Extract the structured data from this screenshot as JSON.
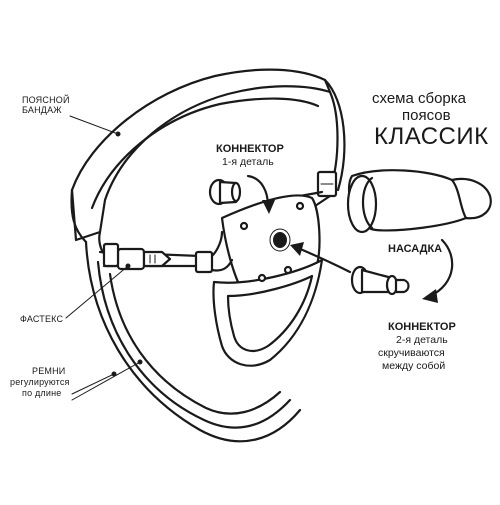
{
  "title": {
    "line1": "схема сборка",
    "line2": "поясов",
    "line3": "КЛАССИК"
  },
  "labels": {
    "belt": [
      "ПОЯСНОЙ",
      "БАНДАЖ"
    ],
    "fastex": "ФАСТЕКС",
    "straps": [
      "РЕМНИ",
      "регулируются",
      "по длине"
    ],
    "connector1": [
      "КОННЕКТОР",
      "1-я деталь"
    ],
    "attachment": "НАСАДКА",
    "connector2": [
      "КОННЕКТОР",
      "2-я деталь",
      "скручиваются",
      "между собой"
    ]
  },
  "colors": {
    "ink": "#1a1a1a",
    "background": "#ffffff"
  }
}
